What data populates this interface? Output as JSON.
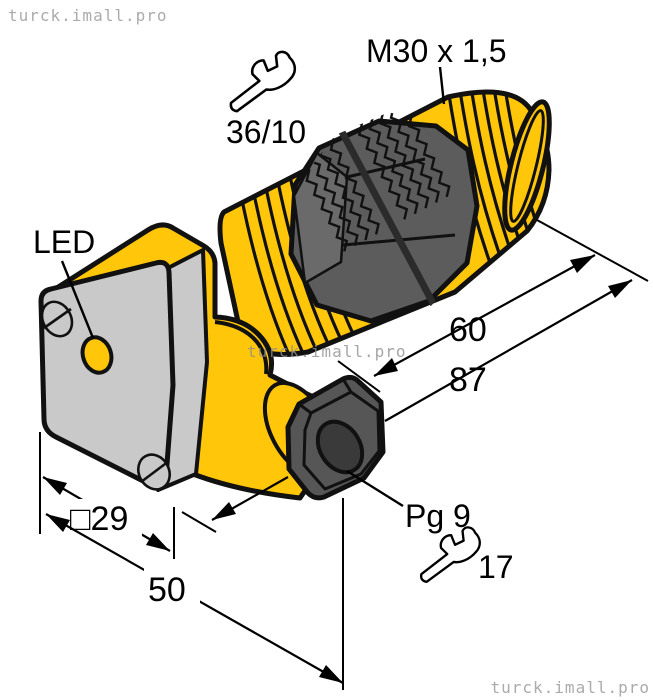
{
  "watermark": {
    "text": "turck.imall.pro"
  },
  "labels": {
    "thread_spec": "M30 x 1,5",
    "wrench_flats_top": "36/10",
    "led": "LED",
    "dim_thread_length": "60",
    "dim_overall_length": "87",
    "dim_flange_width": "□29",
    "dim_housing_length": "50",
    "cable_gland": "Pg 9",
    "wrench_flats_bottom": "17"
  },
  "colors": {
    "housing_yellow": "#FFC60A",
    "flange_gray": "#C9C9C9",
    "metal_dark_gray": "#5C5C5C",
    "outline_black": "#111111",
    "watermark_gray": "#ABABAB",
    "background": "#FFFFFF"
  }
}
